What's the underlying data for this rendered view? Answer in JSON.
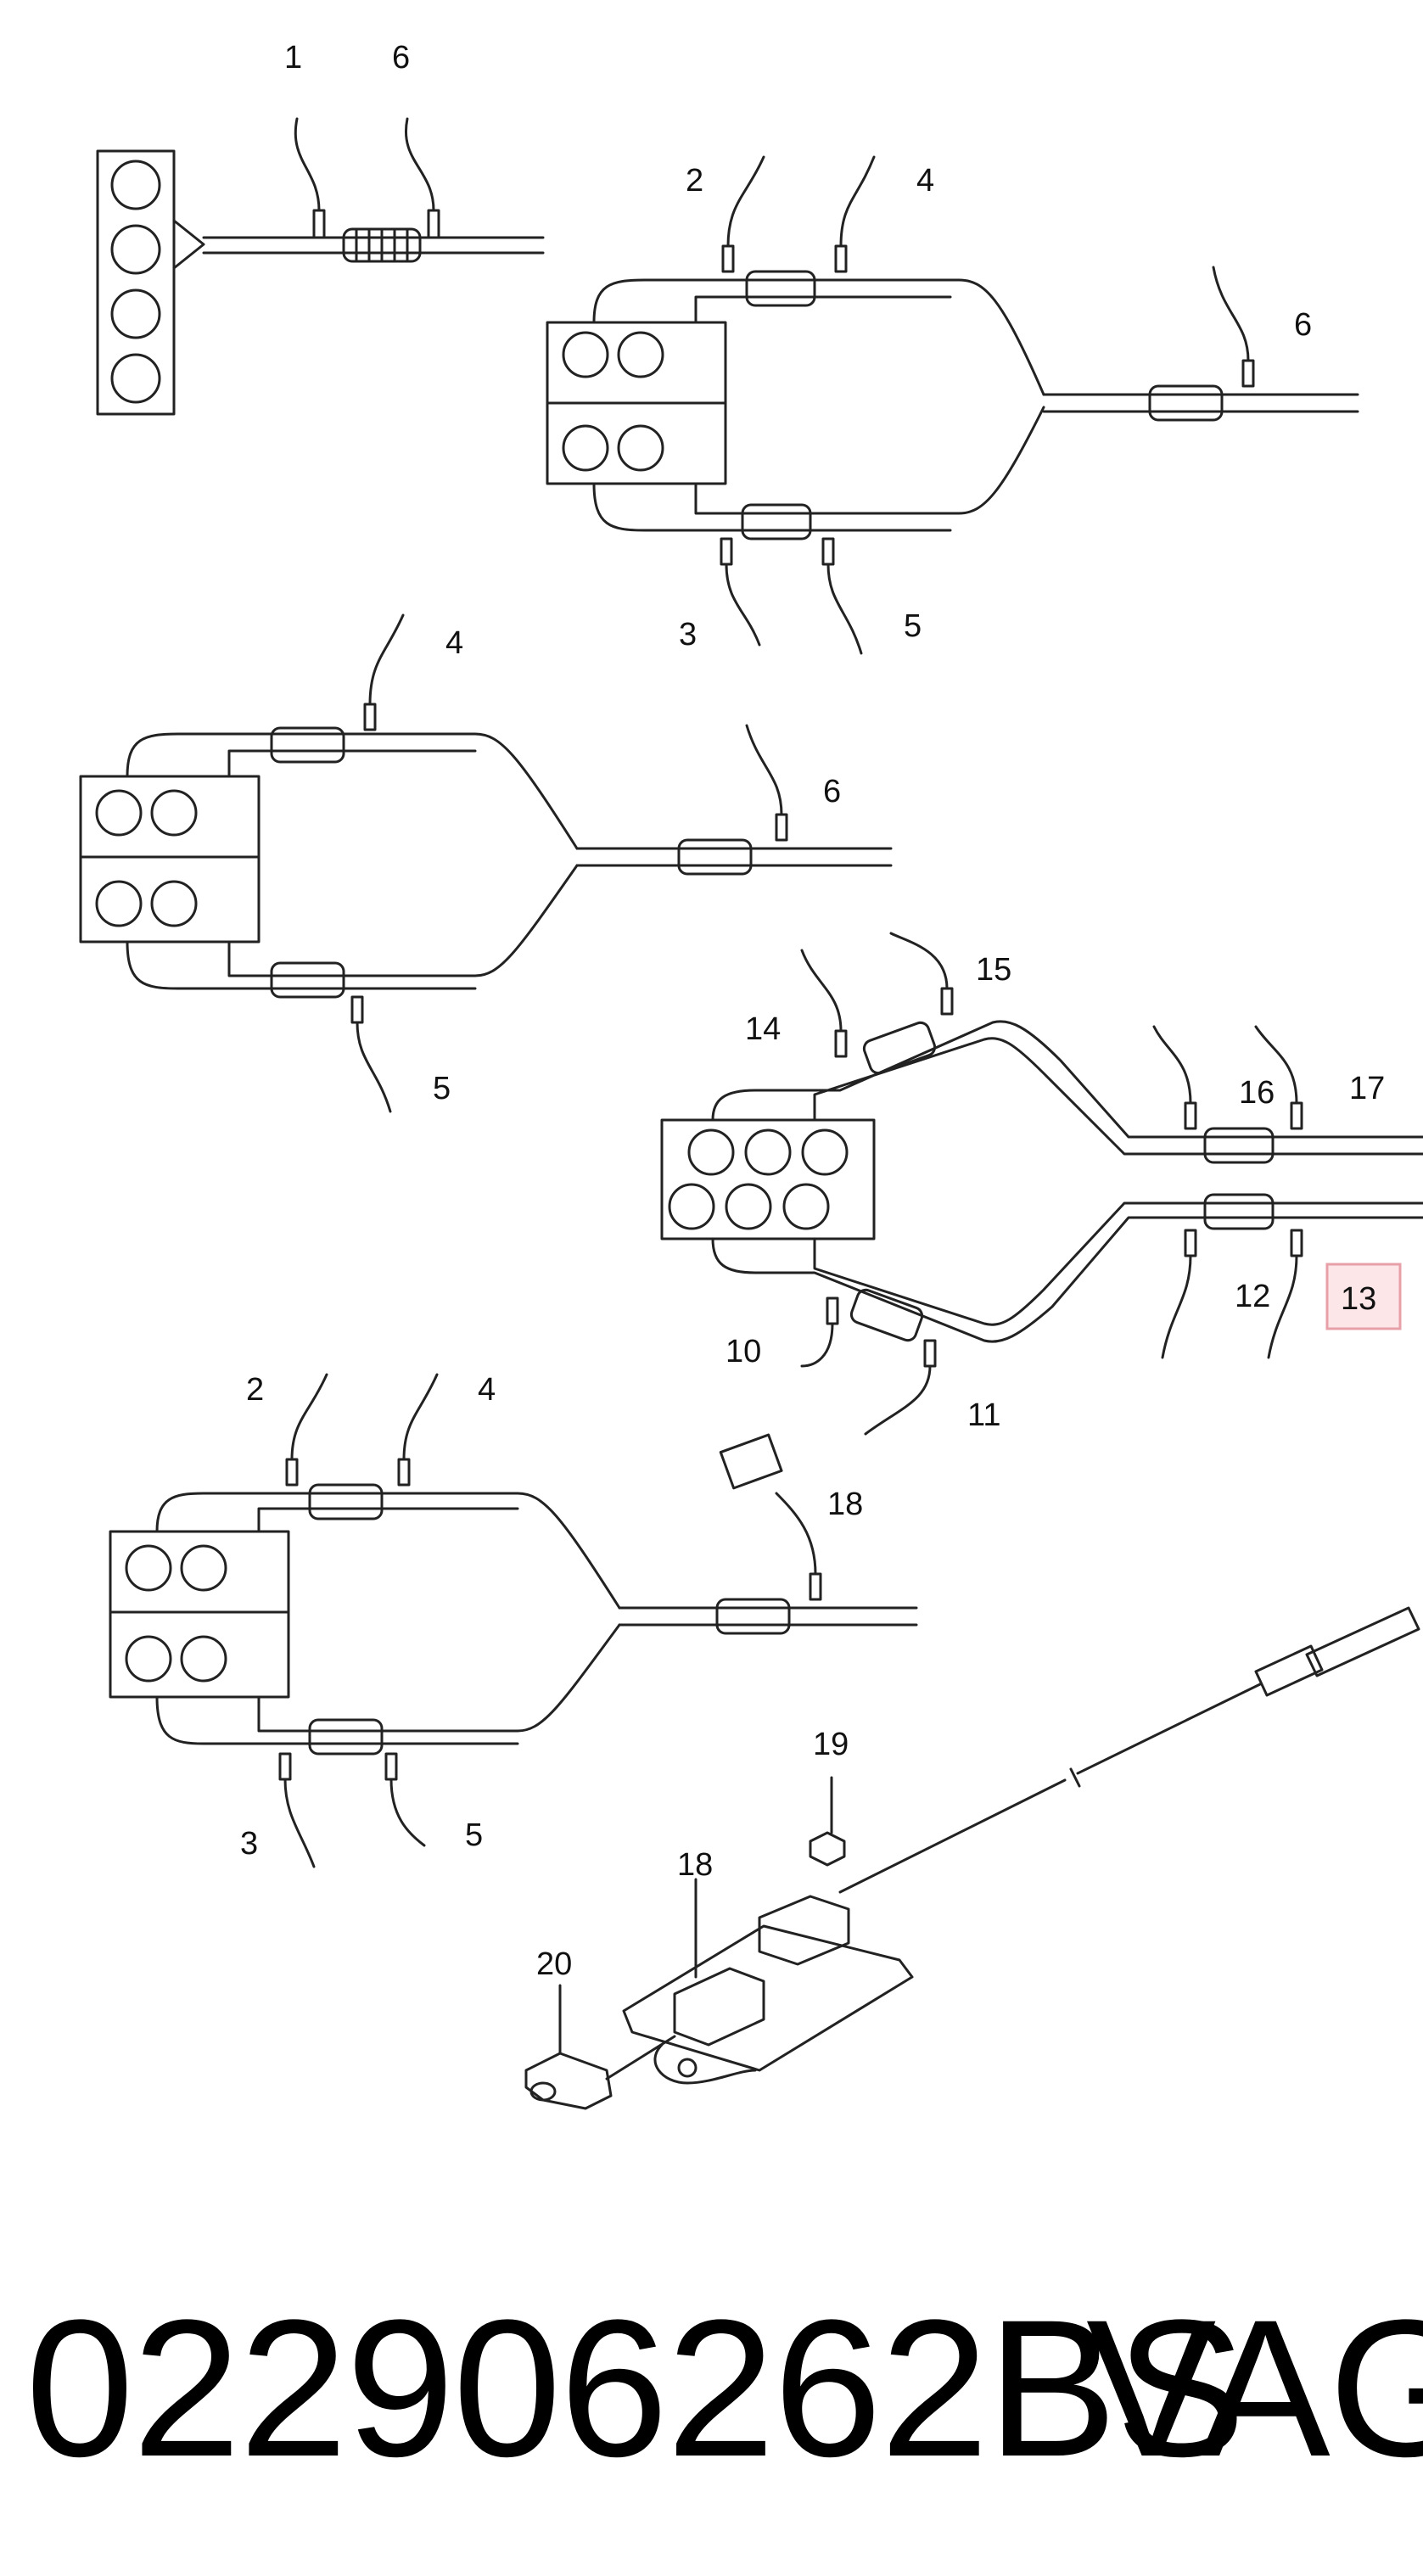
{
  "diagram": {
    "callouts": {
      "d1": [
        "1",
        "6"
      ],
      "d2": [
        "2",
        "4",
        "6",
        "3",
        "5"
      ],
      "d3": [
        "4",
        "6",
        "5"
      ],
      "d4": [
        "15",
        "14",
        "16",
        "17",
        "12",
        "13",
        "10",
        "11"
      ],
      "d5": [
        "2",
        "4",
        "18",
        "3",
        "5"
      ],
      "d6": [
        "19",
        "18",
        "20"
      ]
    },
    "highlighted_callout": "13",
    "highlight_color": "#e8a0a8"
  },
  "footer": {
    "part_number": "022906262BS",
    "brand": "VAG"
  }
}
